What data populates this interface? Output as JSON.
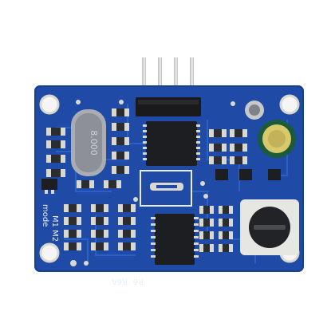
{
  "image": {
    "subject": "blue ultrasonic sensor module PCB with 4-pin male header",
    "colors": {
      "background": "#ffffff",
      "pcb": "#1f4aa5",
      "pcb_dark": "#173a86",
      "trace": "#2a5fc4",
      "silkscreen": "#e8ecf5",
      "solder_pad": "#d9d9d2",
      "chip": "#1d1e22",
      "pin_gold": "#b48a2a",
      "pin_silver": "#c7c7c7",
      "capacitor_yellow": "#d8c96a",
      "capacitor_black": "#222326"
    }
  },
  "labels": {
    "crystal_marking": "8.000",
    "silk_mode": "mode",
    "silk_m1m2": "M1 M2",
    "silk_r6": "R6",
    "silk_r6a": "R6A"
  }
}
